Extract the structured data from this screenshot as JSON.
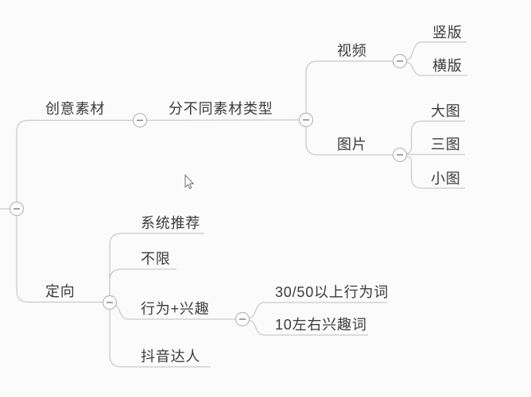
{
  "palette": {
    "background": "#fbfbfb",
    "line_color": "#c9c9c9",
    "toggle_stroke": "#b8b8b8",
    "toggle_minus": "#7a7a7a",
    "text_color": "#3b3b3b"
  },
  "nodes": {
    "creative_material": {
      "label": "创意素材"
    },
    "material_types": {
      "label": "分不同素材类型"
    },
    "video": {
      "label": "视频"
    },
    "vertical": {
      "label": "竖版"
    },
    "horizontal": {
      "label": "横版"
    },
    "image": {
      "label": "图片"
    },
    "large_image": {
      "label": "大图"
    },
    "three_image": {
      "label": "三图"
    },
    "small_image": {
      "label": "小图"
    },
    "targeting": {
      "label": "定向"
    },
    "system_recommend": {
      "label": "系统推荐"
    },
    "unlimited": {
      "label": "不限"
    },
    "behavior_interest": {
      "label": "行为+兴趣"
    },
    "behavior_words": {
      "label": "30/50以上行为词"
    },
    "interest_words": {
      "label": "10左右兴趣词"
    },
    "douyin_influencer": {
      "label": "抖音达人"
    }
  }
}
